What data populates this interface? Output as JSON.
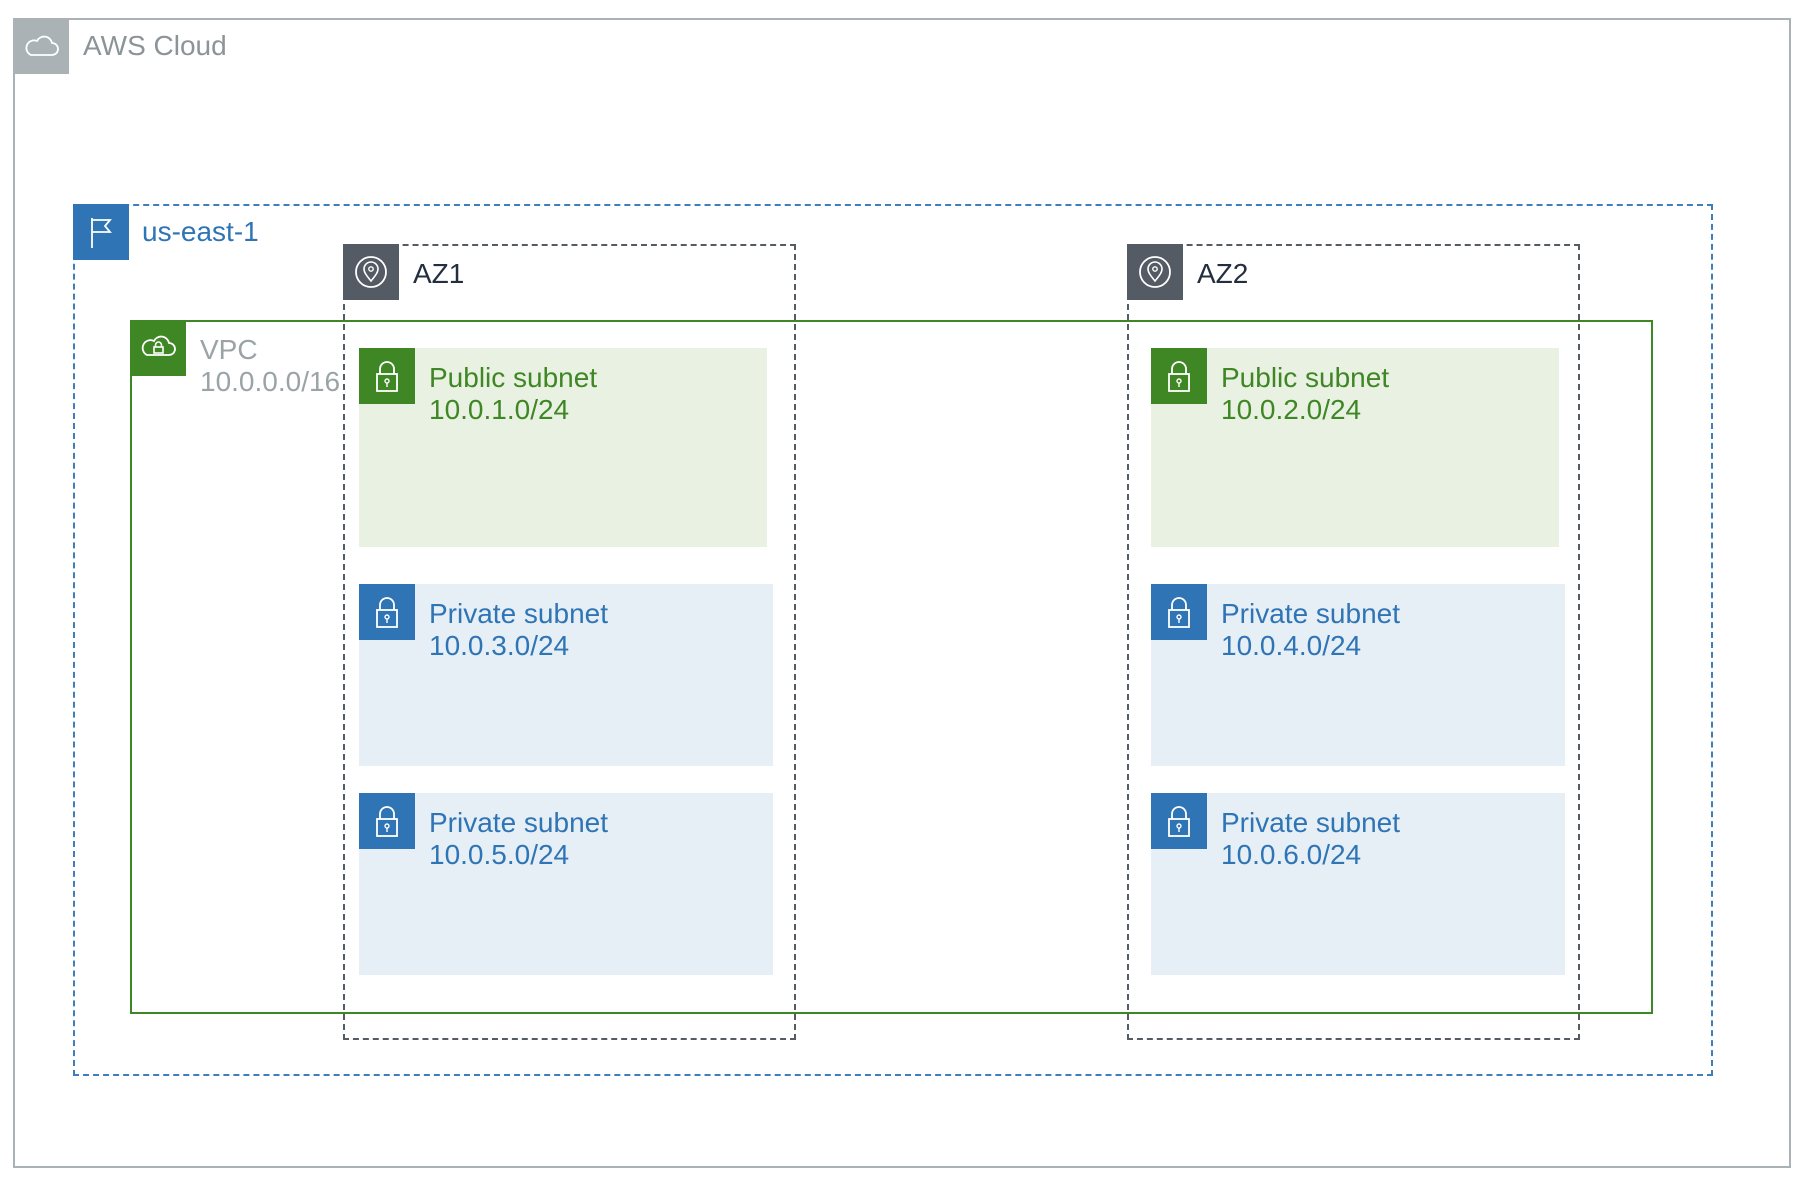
{
  "cloud": {
    "label": "AWS Cloud",
    "icon": "cloud-icon",
    "color": "#aab2b5"
  },
  "region": {
    "label": "us-east-1",
    "icon": "flag-icon",
    "color": "#2f74b5"
  },
  "vpc": {
    "label": "VPC",
    "cidr": "10.0.0.0/16",
    "icon": "vpc-cloud-lock-icon",
    "color": "#3f8624"
  },
  "azs": [
    {
      "label": "AZ1",
      "icon": "location-pin-icon"
    },
    {
      "label": "AZ2",
      "icon": "location-pin-icon"
    }
  ],
  "subnets": [
    {
      "type": "public",
      "label": "Public subnet",
      "cidr": "10.0.1.0/24",
      "az": "AZ1",
      "icon": "lock-icon"
    },
    {
      "type": "public",
      "label": "Public subnet",
      "cidr": "10.0.2.0/24",
      "az": "AZ2",
      "icon": "lock-icon"
    },
    {
      "type": "private",
      "label": "Private subnet",
      "cidr": "10.0.3.0/24",
      "az": "AZ1",
      "icon": "lock-icon"
    },
    {
      "type": "private",
      "label": "Private subnet",
      "cidr": "10.0.4.0/24",
      "az": "AZ2",
      "icon": "lock-icon"
    },
    {
      "type": "private",
      "label": "Private subnet",
      "cidr": "10.0.5.0/24",
      "az": "AZ1",
      "icon": "lock-icon"
    },
    {
      "type": "private",
      "label": "Private subnet",
      "cidr": "10.0.6.0/24",
      "az": "AZ2",
      "icon": "lock-icon"
    }
  ],
  "colors": {
    "public_fill": "#e9f2e2",
    "private_fill": "#e6eff6",
    "az_border": "#545b64"
  }
}
